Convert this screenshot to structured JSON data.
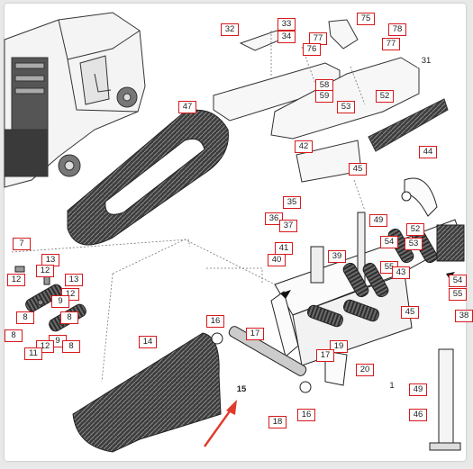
{
  "accent_color": "#d7191c",
  "arrow_color": "#e03a2a",
  "callouts": {
    "c32": "32",
    "c33": "33",
    "c34": "34",
    "c75": "75",
    "c78": "78",
    "c77a": "77",
    "c77b": "77",
    "c76": "76",
    "c31": "31",
    "c58": "58",
    "c59": "59",
    "c52a": "52",
    "c53": "53",
    "c47": "47",
    "c42": "42",
    "c44": "44",
    "c45a": "45",
    "c35": "35",
    "c36": "36",
    "c37": "37",
    "c49a": "49",
    "c52b": "52",
    "c54a": "54",
    "c53b": "53",
    "c7": "7",
    "c41": "41",
    "c39": "39",
    "c40": "40",
    "c13a": "13",
    "c12a": "12",
    "c12b": "12",
    "c13b": "13",
    "c12c": "12",
    "c9a": "9",
    "c8a": "8",
    "c8b": "8",
    "c9b": "9",
    "c12d": "12",
    "c11": "11",
    "c8c": "8",
    "c8d": "8",
    "c55a": "55",
    "c43": "43",
    "c54b": "54",
    "c55b": "55",
    "c38": "38",
    "c45b": "45",
    "c16a": "16",
    "c17a": "17",
    "c14": "14",
    "c19": "19",
    "c17b": "17",
    "c20": "20",
    "c1": "1",
    "c15": "15",
    "c49b": "49",
    "c46": "46",
    "c18": "18",
    "c16b": "16"
  }
}
